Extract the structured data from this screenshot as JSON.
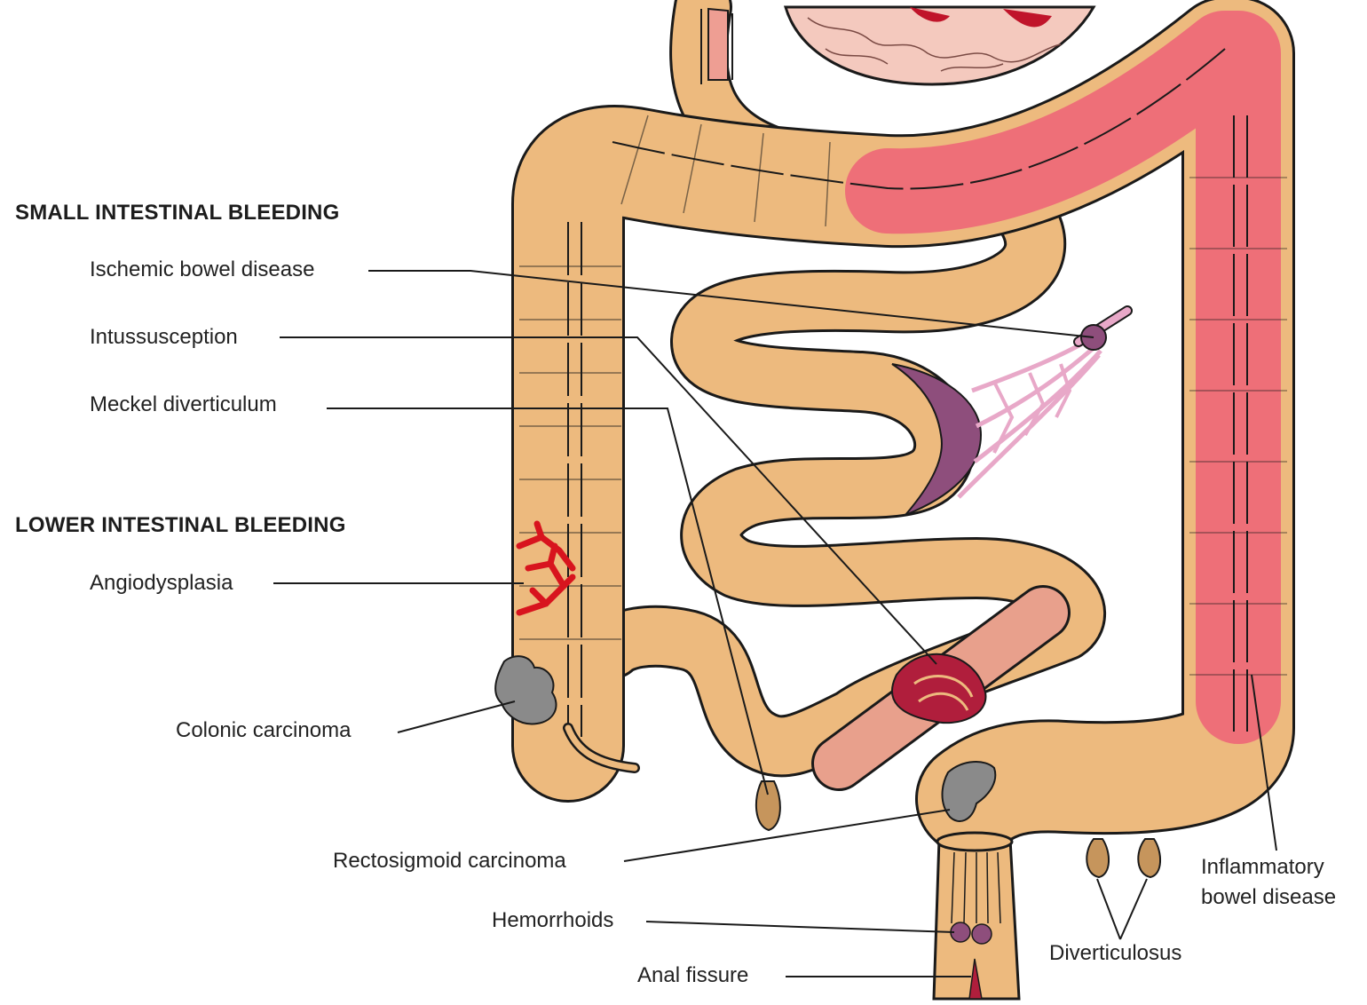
{
  "sections": {
    "small": "SMALL INTESTINAL BLEEDING",
    "lower": "LOWER INTESTINAL BLEEDING"
  },
  "labels": {
    "ischemic": "Ischemic bowel disease",
    "intussusception": "Intussusception",
    "meckel": "Meckel diverticulum",
    "angiodysplasia": "Angiodysplasia",
    "colonic_carcinoma": "Colonic carcinoma",
    "rectosigmoid": "Rectosigmoid carcinoma",
    "hemorrhoids": "Hemorrhoids",
    "anal_fissure": "Anal  fissure",
    "ibd_line1": "Inflammatory",
    "ibd_line2": "bowel disease",
    "diverticulosus": "Diverticulosus"
  },
  "colors": {
    "bowel": "#EDBA7E",
    "bowel_outline": "#1a1a1a",
    "inflamed": "#EE6F78",
    "stomach_mucosa": "#F4C9BE",
    "carcinoma": "#8A8A8A",
    "vessel": "#D8141E",
    "ischemic": "#8E4E7C",
    "intussusception": "#B01E3C"
  }
}
